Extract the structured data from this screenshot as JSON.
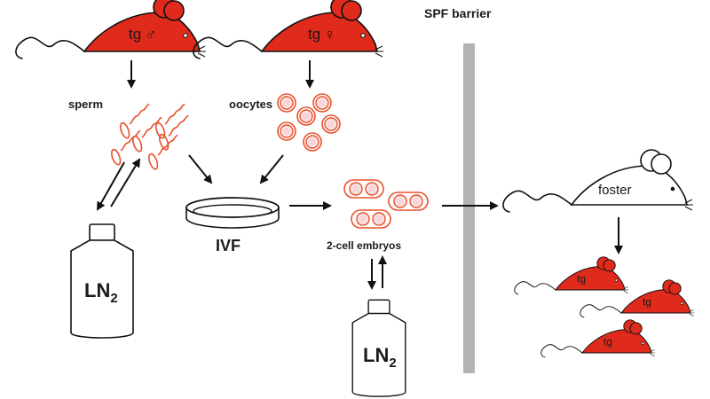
{
  "diagram": {
    "title": "Transgenic mouse line rederivation via IVF and cryopreservation",
    "colors": {
      "transgenic_mouse": "#e02a1c",
      "gametes": "#e8502a",
      "barrier": "#b3b3b3",
      "ink": "#111111"
    },
    "male_mouse": {
      "label": "tg",
      "sex_symbol": "♂"
    },
    "female_mouse": {
      "label": "tg",
      "sex_symbol": "♀"
    },
    "sperm_label": "sperm",
    "oocytes_label": "oocytes",
    "ivf_label": "IVF",
    "embryos_label": "2-cell embryos",
    "ln2_left": {
      "main": "LN",
      "sub": "2"
    },
    "ln2_bottom": {
      "main": "LN",
      "sub": "2"
    },
    "barrier_label": "SPF barrier",
    "foster_label": "foster",
    "offspring": [
      {
        "label": "tg"
      },
      {
        "label": "tg"
      },
      {
        "label": "tg"
      }
    ]
  }
}
